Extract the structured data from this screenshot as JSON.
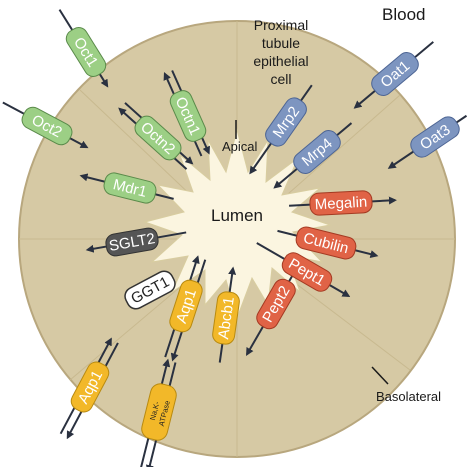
{
  "labels": {
    "blood": "Blood",
    "cell_line1": "Proximal",
    "cell_line2": "tubule",
    "cell_line3": "epithelial",
    "cell_line4": "cell",
    "apical": "Apical",
    "lumen": "Lumen",
    "basolateral": "Basolateral"
  },
  "transporters": {
    "oct1": "Oct1",
    "oct2": "Oct2",
    "octn1": "Octn1",
    "octn2": "Octn2",
    "mdr1": "Mdr1",
    "sglt2": "SGLT2",
    "ggt1": "GGT1",
    "aqp1_inner": "Aqp1",
    "abcb1": "Abcb1",
    "pept2": "Pept2",
    "pept1": "Pept1",
    "cubilin": "Cubilin",
    "megalin": "Megalin",
    "mrp4": "Mrp4",
    "mrp2": "Mrp2",
    "oat1": "Oat1",
    "oat3": "Oat3",
    "aqp1_outer": "Aqp1",
    "naka_line1": "Na,K-",
    "naka_line2": "ATPase"
  },
  "colors": {
    "cell_fill": "#d6c9a4",
    "cell_stroke": "#b8a77e",
    "lumen_fill": "#fbf5e0",
    "green": "#9ccf85",
    "blue": "#7d95c0",
    "red": "#e06346",
    "orange": "#f2b829",
    "dark": "#555555",
    "white": "#ffffff"
  }
}
